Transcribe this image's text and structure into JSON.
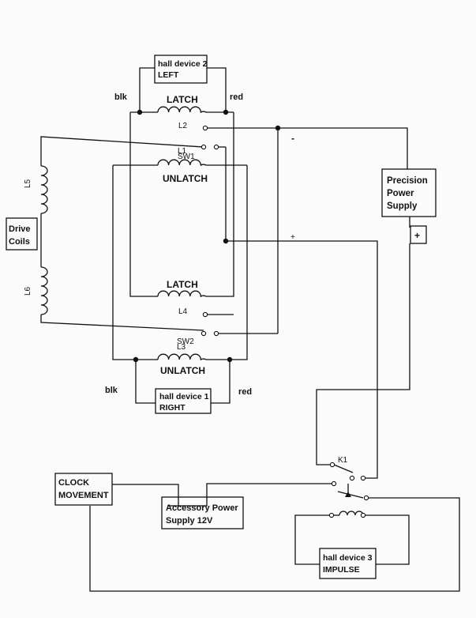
{
  "diagram": {
    "coils": {
      "latch_top": "LATCH",
      "unlatch_top": "UNLATCH",
      "latch_bottom": "LATCH",
      "unlatch_bottom": "UNLATCH",
      "drive_coils_line1": "Drive",
      "drive_coils_line2": "Coils",
      "l5": "L5",
      "l6": "L6"
    },
    "switch_labels": {
      "l2": "L2",
      "l1": "L1",
      "sw1": "SW1",
      "l4": "L4",
      "sw2": "SW2",
      "l3": "L3",
      "k1": "K1"
    },
    "wire_labels": {
      "blk_top": "blk",
      "red_top": "red",
      "blk_bottom": "blk",
      "red_bottom": "red",
      "minus": "-",
      "plus": "+"
    },
    "devices": {
      "hall2_line1": "hall device 2",
      "hall2_line2": "LEFT",
      "hall1_line1": "hall device 1",
      "hall1_line2": "RIGHT",
      "hall3_line1": "hall device 3",
      "hall3_line2": "IMPULSE",
      "psu_line1": "Precision",
      "psu_line2": "Power",
      "psu_line3": "Supply",
      "psu_plus": "+",
      "clock_line1": "CLOCK",
      "clock_line2": "MOVEMENT",
      "acc_line1": "Accessory Power",
      "acc_line2": "Supply 12V"
    }
  }
}
